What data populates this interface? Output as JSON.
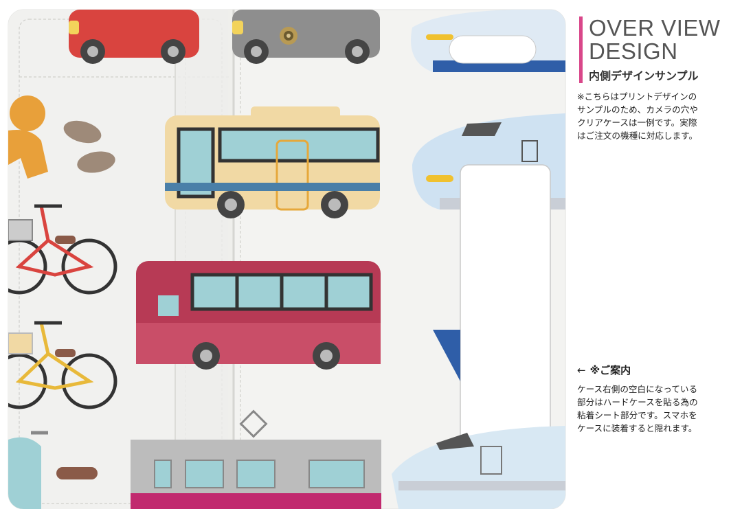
{
  "heading": {
    "line1": "OVER VIEW",
    "line2": "DESIGN",
    "subtitle": "内側デザインサンプル"
  },
  "note": {
    "lines": [
      "※こちらはプリントデザインの",
      "サンプルのため、カメラの穴や",
      "クリアケースは一例です。実際",
      "はご注文の機種に対応します。"
    ]
  },
  "guide": {
    "arrow": "←",
    "title": "※ご案内",
    "lines": [
      "ケース右側の空白になっている",
      "部分はハードケースを貼る為の",
      "粘着シート部分です。スマホを",
      "ケースに装着すると隠れます。"
    ]
  },
  "colors": {
    "accent": "#d9478a",
    "red_car": "#d9443f",
    "beige_bus": "#f1d9a4",
    "bus_window": "#9fd0d5",
    "maroon_bus": "#b73a55",
    "train_white": "#d8e8f3",
    "train_blue": "#2f5ea8"
  }
}
